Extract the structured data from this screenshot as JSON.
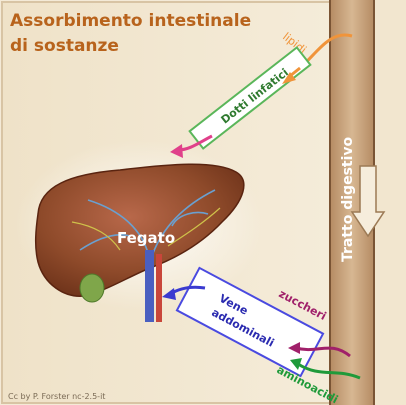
{
  "title": {
    "line1": "Assorbimento intestinale",
    "line2": "di sostanze"
  },
  "labels": {
    "lipidi": "lipidi",
    "dotti_linfatici": "Dotti linfatici",
    "fegato": "Fegato",
    "tratto_digestivo": "Tratto digestivo",
    "zuccheri": "zuccheri",
    "vene": "Vene",
    "addominali": "addominali",
    "aminoacidi": "aminoacidi",
    "credit": "Cc by P. Forster nc-2.5-it"
  },
  "colors": {
    "background": "#f4ead7",
    "frame": "#c9a77a",
    "title": "#b8631c",
    "lipidi": "#f0943a",
    "lymph_duct_border": "#5ab65a",
    "lymph_duct_text": "#2f7a2f",
    "lymph_arrow": "#e0408a",
    "vein_box_border": "#4a4ae0",
    "vein_text": "#2a2ab0",
    "zuccheri": "#a0206a",
    "aminoacidi": "#1f9a3a",
    "liver": "#8e4a2a",
    "digestive_tract": "#c49a74"
  }
}
